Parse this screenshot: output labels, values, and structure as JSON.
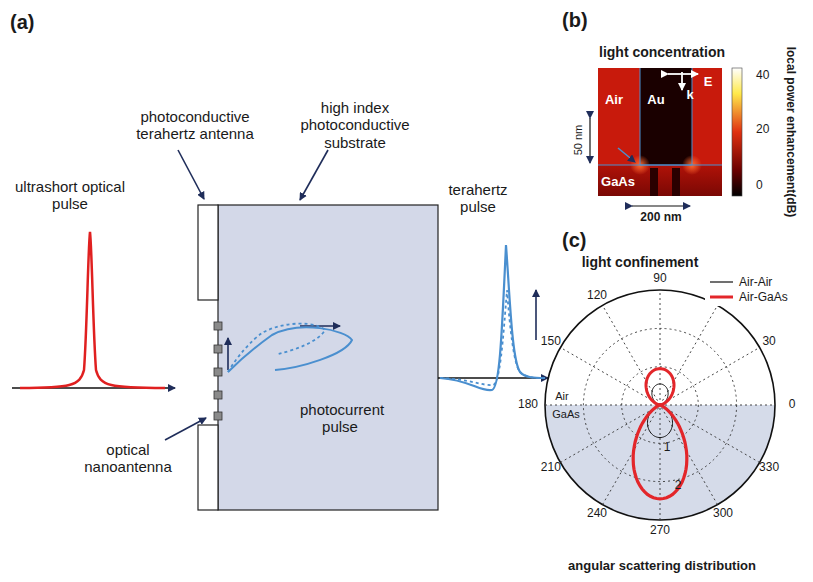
{
  "diagram": {
    "labels": [
      "(a)",
      "photoconductive terahertz antenna",
      "high index photoconductive substrate",
      "ultrashort optical pulse",
      "terahertz pulse",
      "photocurrent pulse",
      "optical nanoantenna",
      "(b)",
      "light concentration",
      "k",
      "E",
      "50 nm",
      "Air",
      "Au",
      "GaAs",
      "200 nm",
      "40",
      "20",
      "0",
      "local power enhancement(dB)",
      "(c)",
      "light confinement",
      "90",
      "120",
      "150",
      "180",
      "210",
      "240",
      "270",
      "300",
      "330",
      "0",
      "30",
      "Air",
      "GaAs",
      "1",
      "2",
      "angular scattering distribution"
    ],
    "legend": [
      {
        "text": "Air-Air"
      },
      {
        "text": "Air-GaAs"
      }
    ]
  }
}
